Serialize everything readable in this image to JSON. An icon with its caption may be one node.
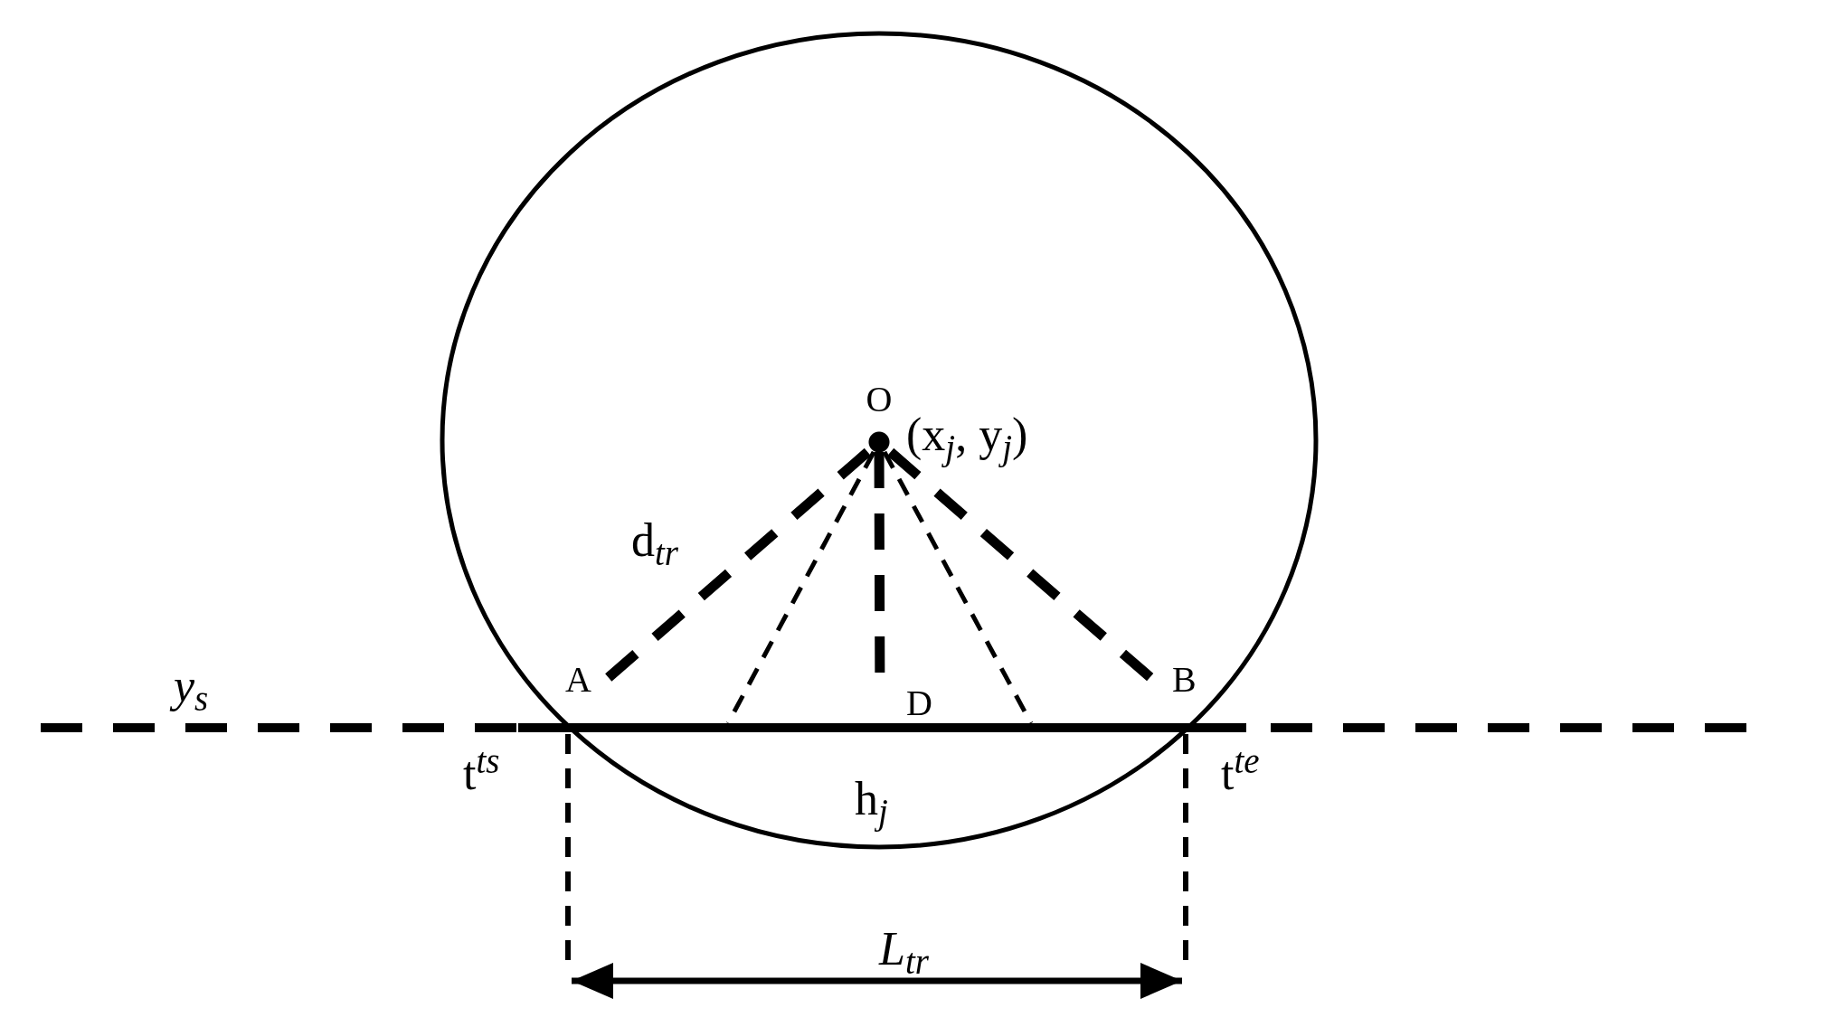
{
  "diagram": {
    "nodes": [
      {
        "text": [
          "O"
        ],
        "beside": [
          "(x$_{j}$, y$_{j}$)"
        ]
      },
      {
        "text": [
          "A"
        ]
      },
      {
        "text": [
          "D"
        ]
      },
      {
        "text": [
          "B"
        ]
      }
    ],
    "edges": [
      {
        "from": 0,
        "to": 1,
        "arrow": "none",
        "style": "dashed",
        "label": "d$_{tr}$"
      },
      {
        "from": 0,
        "to": null,
        "arrow": "none",
        "style": "dashed"
      },
      {
        "from": 0,
        "to": 2,
        "arrow": "none",
        "style": "dashed"
      },
      {
        "from": 0,
        "to": null,
        "arrow": "none",
        "style": "dashed"
      },
      {
        "from": 0,
        "to": 3,
        "arrow": "none",
        "style": "dashed"
      }
    ],
    "labels": [
      "y$_{s}$",
      "t$^{ts}$",
      "h$_{j}$",
      "t$^{te}$",
      "L$_{tr}$"
    ]
  }
}
